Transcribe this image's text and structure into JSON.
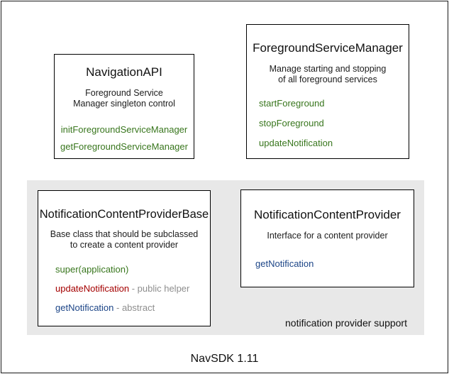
{
  "page": {
    "footer_label": "NavSDK 1.11"
  },
  "colors": {
    "method_green": "#38761d",
    "method_red": "#a40000",
    "method_blue": "#1c4587",
    "annotation_gray": "#8e8e8e",
    "group_background": "#e8e8e8",
    "box_border": "#000000",
    "page_background": "#ffffff"
  },
  "boxes": {
    "navigation_api": {
      "title": "NavigationAPI",
      "description_line1": "Foreground Service",
      "description_line2": "Manager singleton control",
      "methods": [
        {
          "name": "initForegroundServiceManager",
          "color": "green"
        },
        {
          "name": "getForegroundServiceManager",
          "color": "green"
        }
      ]
    },
    "foreground_service_manager": {
      "title": "ForegroundServiceManager",
      "description_line1": "Manage starting and stopping",
      "description_line2": "of all foreground services",
      "methods": [
        {
          "name": "startForeground",
          "color": "green"
        },
        {
          "name": "stopForeground",
          "color": "green"
        },
        {
          "name": "updateNotification",
          "color": "green"
        }
      ]
    },
    "notification_content_provider_base": {
      "title": "NotificationContentProviderBase",
      "description_line1": "Base class that should be subclassed",
      "description_line2": "to create a content provider",
      "methods": [
        {
          "name": "super(application)",
          "color": "green",
          "annotation": ""
        },
        {
          "name": "updateNotification",
          "color": "red",
          "annotation": "- public helper"
        },
        {
          "name": "getNotification",
          "color": "blue",
          "annotation": "- abstract"
        }
      ]
    },
    "notification_content_provider": {
      "title": "NotificationContentProvider",
      "description_line1": "Interface for a content provider",
      "methods": [
        {
          "name": "getNotification",
          "color": "blue"
        }
      ]
    }
  },
  "group": {
    "label": "notification provider support"
  }
}
